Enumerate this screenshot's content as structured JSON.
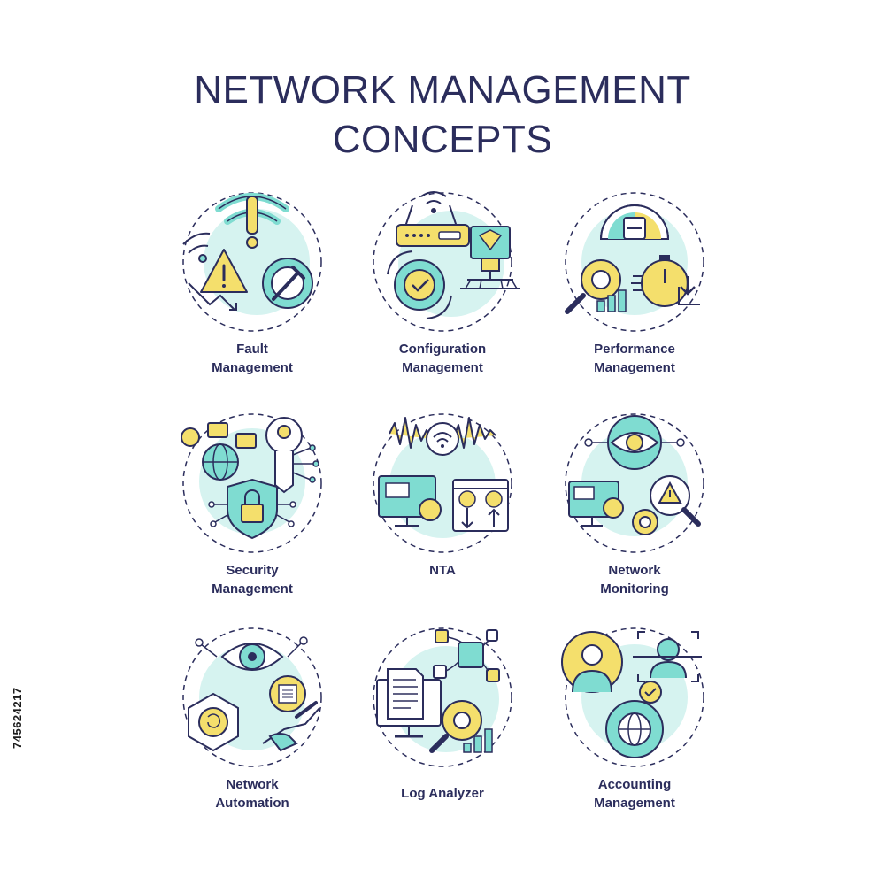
{
  "title": {
    "line1": "NETWORK MANAGEMENT",
    "line2": "CONCEPTS"
  },
  "colors": {
    "outline": "#2b2d5c",
    "yellow": "#f4df6c",
    "teal": "#7fdcd1",
    "circle_fill": "#d6f3f0"
  },
  "items": [
    {
      "line1": "Fault",
      "line2": "Management"
    },
    {
      "line1": "Configuration",
      "line2": "Management"
    },
    {
      "line1": "Performance",
      "line2": "Management"
    },
    {
      "line1": "Security",
      "line2": "Management"
    },
    {
      "line1": "NTA",
      "line2": ""
    },
    {
      "line1": "Network",
      "line2": "Monitoring"
    },
    {
      "line1": "Network",
      "line2": "Automation"
    },
    {
      "line1": "Log Analyzer",
      "line2": ""
    },
    {
      "line1": "Accounting",
      "line2": "Management"
    }
  ],
  "side_code": "745624217"
}
